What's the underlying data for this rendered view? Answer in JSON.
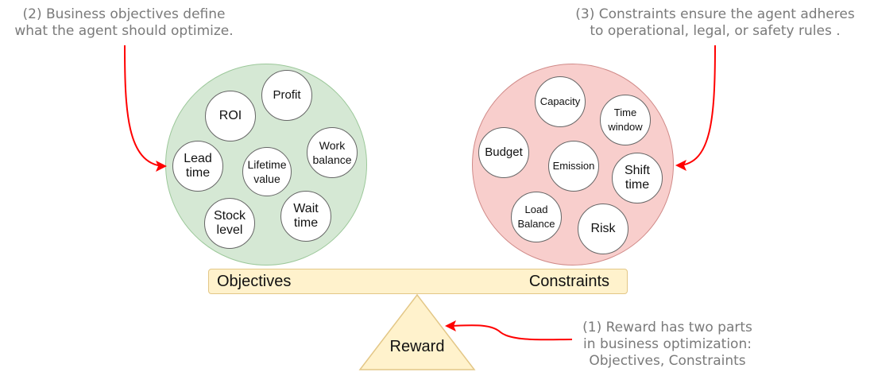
{
  "annotations": {
    "objectives_note": "(2) Business objectives define\nwhat the agent should optimize.",
    "constraints_note": "(3) Constraints ensure the agent adheres\nto operational, legal, or safety rules .",
    "reward_note": "(1) Reward has two parts\nin business optimization:\nObjectives, Constraints"
  },
  "objectives": {
    "items": [
      "ROI",
      "Profit",
      "Lead\ntime",
      "Lifetime\nvalue",
      "Work\nbalance",
      "Stock\nlevel",
      "Wait\ntime"
    ]
  },
  "constraints": {
    "items": [
      "Capacity",
      "Time\nwindow",
      "Budget",
      "Emission",
      "Shift\ntime",
      "Load\nBalance",
      "Risk"
    ]
  },
  "scale": {
    "left_label": "Objectives",
    "right_label": "Constraints",
    "fulcrum_label": "Reward"
  },
  "colors": {
    "objectives_fill": "#d5e8d4",
    "constraints_fill": "#f8cecc",
    "beam_fill": "#fff2cc",
    "arrow": "#ff0000"
  }
}
